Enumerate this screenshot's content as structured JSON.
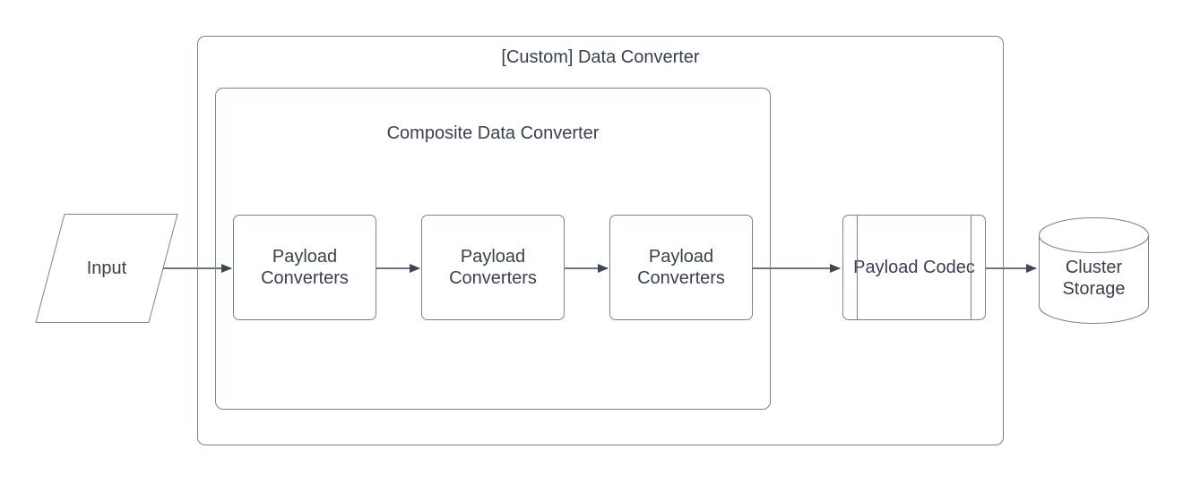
{
  "diagram": {
    "type": "flowchart",
    "colors": {
      "background": "#ffffff",
      "shape_border": "#7b828c",
      "arrow": "#3e4754",
      "text": "#39414e"
    },
    "groups": {
      "custom": {
        "label": "[Custom] Data Converter"
      },
      "composite": {
        "label": "Composite Data Converter"
      }
    },
    "nodes": {
      "input": {
        "label": "Input",
        "shape": "parallelogram"
      },
      "payload_converter_1": {
        "label": "Payload Converters",
        "shape": "rounded-rectangle"
      },
      "payload_converter_2": {
        "label": "Payload Converters",
        "shape": "rounded-rectangle"
      },
      "payload_converter_3": {
        "label": "Payload Converters",
        "shape": "rounded-rectangle"
      },
      "payload_codec": {
        "label": "Payload Codec",
        "shape": "predefined-process"
      },
      "cluster_storage": {
        "label": "Cluster Storage",
        "shape": "cylinder"
      }
    },
    "edges": [
      {
        "from": "input",
        "to": "payload_converter_1"
      },
      {
        "from": "payload_converter_1",
        "to": "payload_converter_2"
      },
      {
        "from": "payload_converter_2",
        "to": "payload_converter_3"
      },
      {
        "from": "payload_converter_3",
        "to": "payload_codec"
      },
      {
        "from": "payload_codec",
        "to": "cluster_storage"
      }
    ]
  }
}
